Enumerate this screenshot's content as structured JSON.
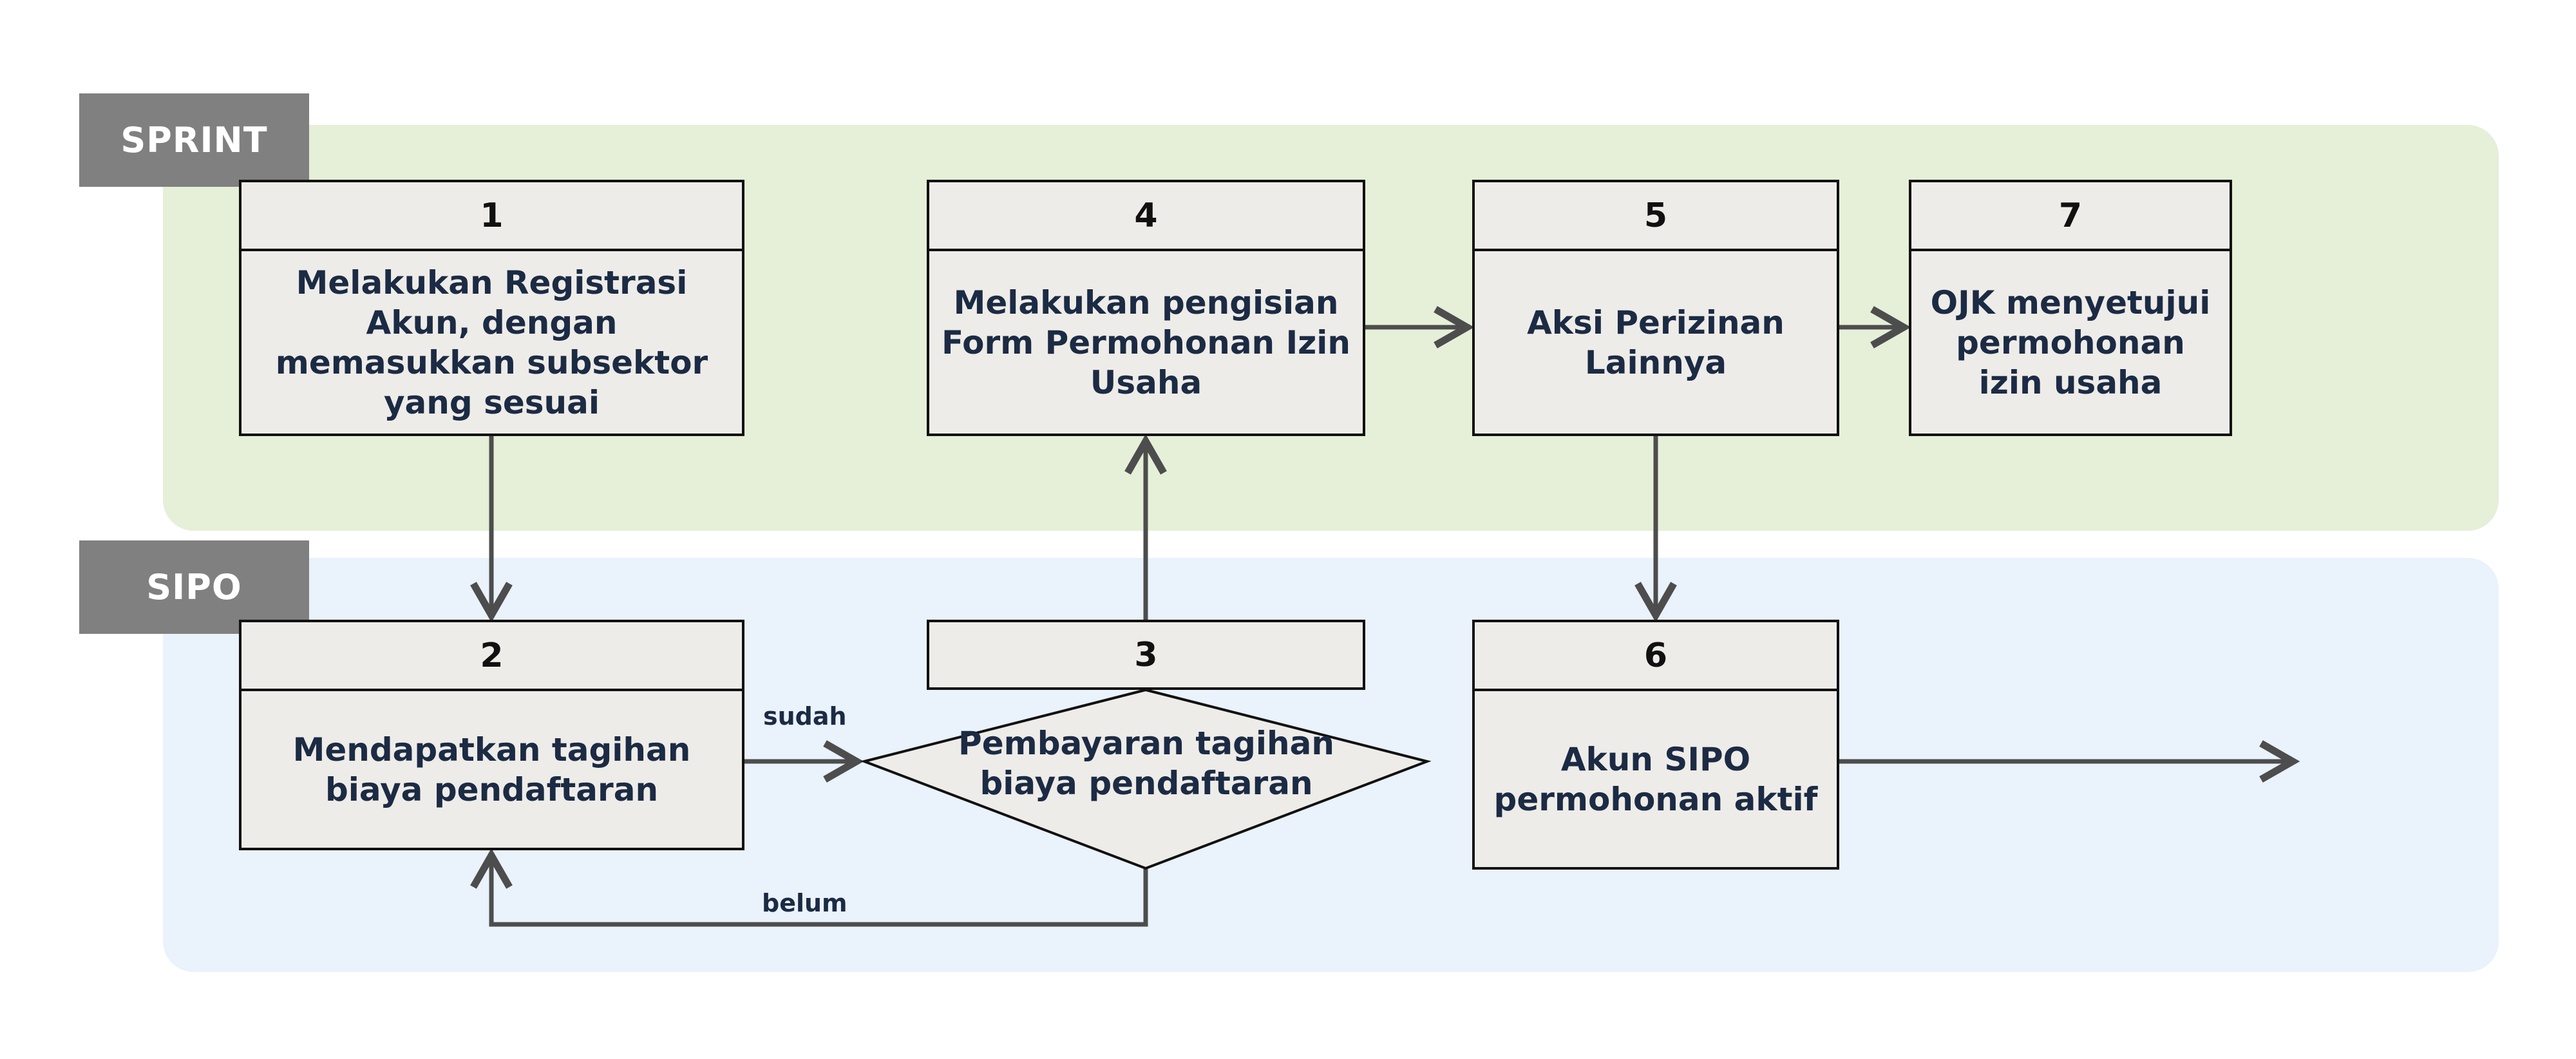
{
  "lanes": {
    "sprint": "SPRINT",
    "sipo": "SIPO"
  },
  "steps": {
    "s1": {
      "number": "1",
      "text": "Melakukan Registrasi Akun, dengan memasukkan subsektor yang sesuai"
    },
    "s2": {
      "number": "2",
      "text": "Mendapatkan tagihan biaya pendaftaran"
    },
    "s3": {
      "number": "3",
      "text": "Pembayaran tagihan biaya pendaftaran"
    },
    "s4": {
      "number": "4",
      "text": "Melakukan pengisian Form Permohonan Izin Usaha"
    },
    "s5": {
      "number": "5",
      "text": "Aksi Perizinan Lainnya"
    },
    "s6": {
      "number": "6",
      "text": "Akun SIPO permohonan aktif"
    },
    "s7": {
      "number": "7",
      "text": "OJK menyetujui permohonan izin usaha"
    }
  },
  "edges": {
    "paid": "sudah",
    "not_paid": "belum"
  },
  "colors": {
    "sprint_lane": "#e6efd8",
    "sipo_lane": "#eaf2fc",
    "tag": "#808080",
    "box_fill": "#eeece8",
    "text": "#1c2b44",
    "arrow": "#4d4d4d"
  }
}
